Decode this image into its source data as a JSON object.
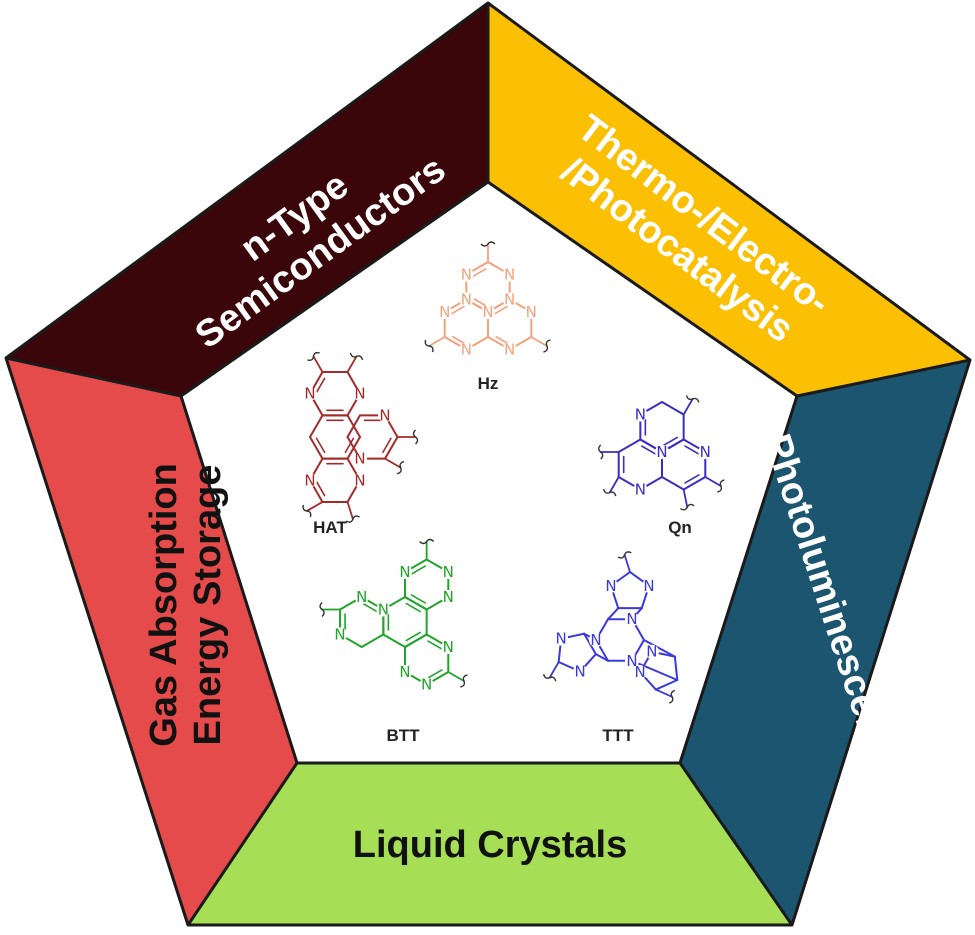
{
  "diagram": {
    "panels": [
      {
        "id": "top-left",
        "lines": [
          "n-Type",
          "Semiconductors"
        ],
        "fill": "#3a0609",
        "text_color": "#ffffff"
      },
      {
        "id": "top-right",
        "lines": [
          "Thermo-/Electro-",
          "/Photocatalysis"
        ],
        "fill": "#fbbf03",
        "text_color": "#ffffff"
      },
      {
        "id": "right",
        "lines": [
          "Photoluminescence"
        ],
        "fill": "#1c5570",
        "text_color": "#ffffff"
      },
      {
        "id": "bottom",
        "lines": [
          "Liquid Crystals"
        ],
        "fill": "#a6de56",
        "text_color": "#111111"
      },
      {
        "id": "left",
        "lines": [
          "Gas Absorption",
          "Energy Storage"
        ],
        "fill": "#e54b4b",
        "text_color": "#111111"
      }
    ],
    "molecules": [
      {
        "label": "Hz",
        "color": "#f4a27c"
      },
      {
        "label": "HAT",
        "color": "#a52a2a"
      },
      {
        "label": "Qn",
        "color": "#3a2dc4"
      },
      {
        "label": "BTT",
        "color": "#1fa52a"
      },
      {
        "label": "TTT",
        "color": "#3a3adc"
      }
    ],
    "atom_symbol": "N"
  }
}
